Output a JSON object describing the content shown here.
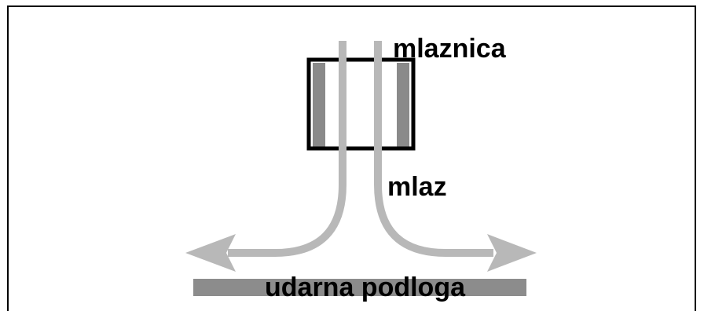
{
  "labels": {
    "nozzle": "mlaznica",
    "jet": "mlaz",
    "impact_surface": "udarna podloga"
  },
  "colors": {
    "jet_stream": "#b8b8b8",
    "nozzle_wall": "#8a8a8a",
    "surface": "#8c8c8c",
    "outline": "#000000"
  }
}
